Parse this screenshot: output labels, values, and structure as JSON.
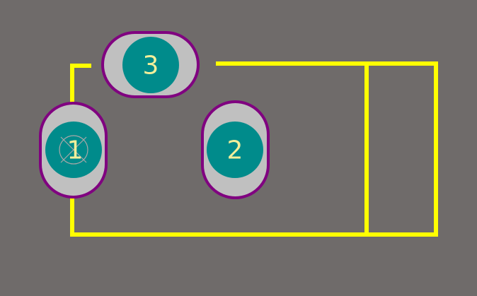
{
  "colors": {
    "background": "#6f6b6a",
    "silkscreen": "#ffff00",
    "pad_outline": "#800080",
    "pad_body": "#c0c0c0",
    "pad_drill": "#008b8b",
    "pad_text": "#f3ef9a",
    "pin1_marker": "#a8a8a8"
  },
  "pads": [
    {
      "label": "1",
      "shape": "oval-vertical",
      "pin1_marker": true
    },
    {
      "label": "2",
      "shape": "oval-vertical",
      "pin1_marker": false
    },
    {
      "label": "3",
      "shape": "oval-horizontal",
      "pin1_marker": false
    }
  ],
  "silkscreen": {
    "outline": "body-rectangle-with-tab"
  }
}
